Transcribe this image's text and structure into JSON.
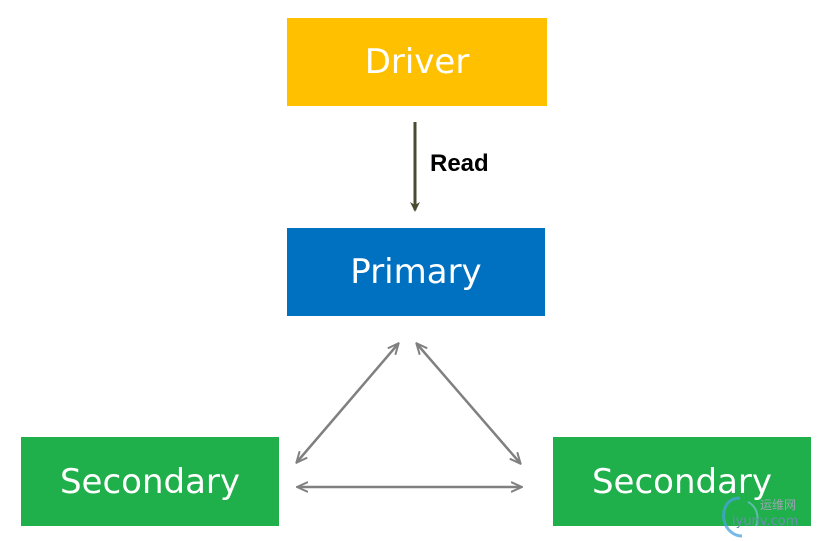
{
  "nodes": {
    "driver": {
      "label": "Driver",
      "color": "#FFC000"
    },
    "primary": {
      "label": "Primary",
      "color": "#0070C0"
    },
    "secondary_left": {
      "label": "Secondary",
      "color": "#1FAF4B"
    },
    "secondary_right": {
      "label": "Secondary",
      "color": "#1FAF4B"
    }
  },
  "edges": {
    "read": {
      "label": "Read",
      "color": "#4A4A33"
    },
    "replication_color": "#808080"
  },
  "watermark": {
    "top_text": "运维网",
    "bottom_text": "iyunv.com"
  }
}
